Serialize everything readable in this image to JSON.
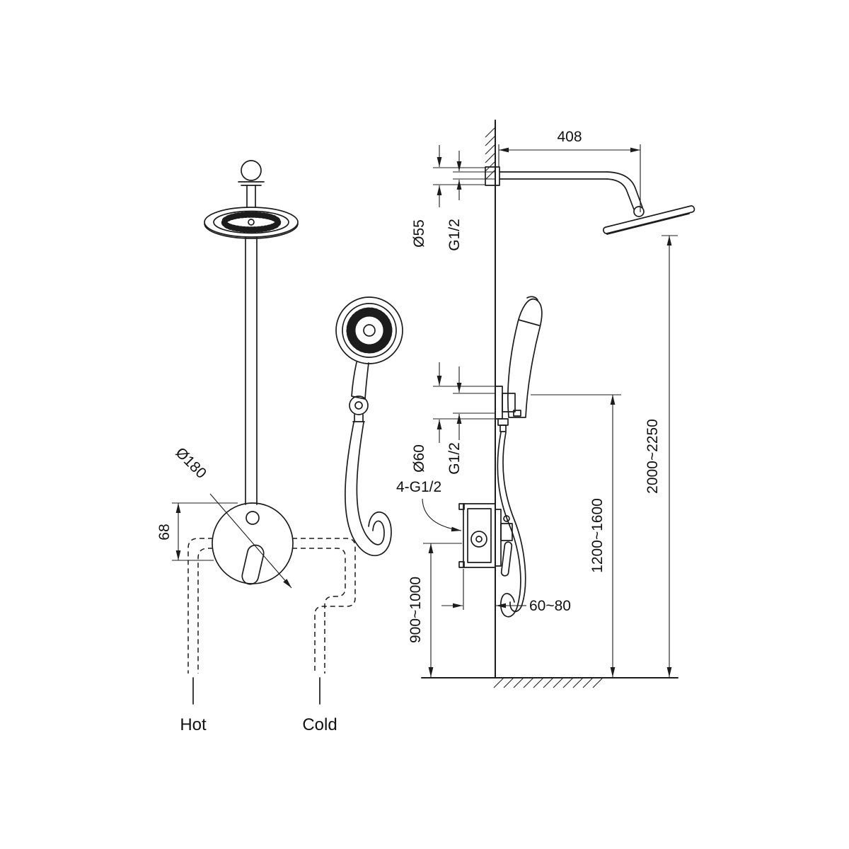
{
  "drawing": {
    "front": {
      "dim_diameter": "Ø180",
      "dim_height": "68",
      "hot": "Hot",
      "cold": "Cold"
    },
    "side": {
      "arm_length": "408",
      "flange_top": "Ø55",
      "thread_top": "G1/2",
      "flange_mid": "Ø60",
      "thread_mid": "G1/2",
      "connections": "4-G1/2",
      "box_depth": "60~80",
      "valve_height": "900~1000",
      "holder_height": "1200~1600",
      "head_height": "2000~2250"
    }
  }
}
